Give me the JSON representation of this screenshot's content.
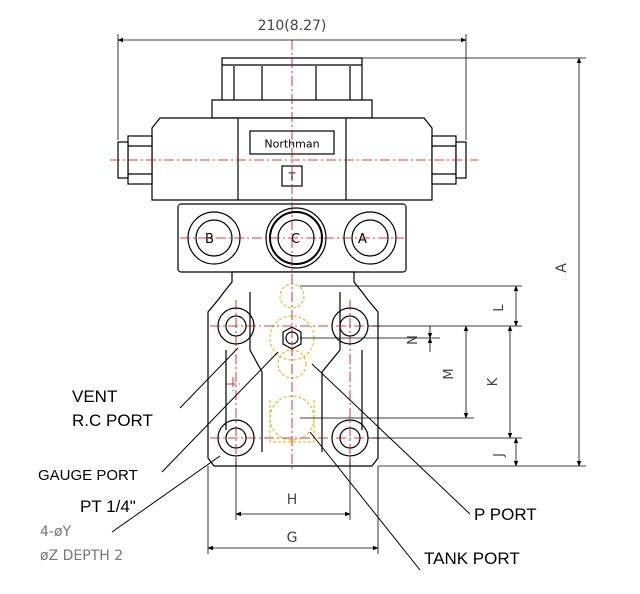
{
  "dims": {
    "top": "210(8.27)",
    "A": "A",
    "L": "L",
    "N": "N",
    "M": "M",
    "K": "K",
    "J": "J",
    "H": "H",
    "G": "G"
  },
  "valve": {
    "brand": "Northman",
    "center_tag": "T",
    "port_b": "B",
    "port_c": "C",
    "port_a": "A"
  },
  "callouts": {
    "vent_line1": "VENT",
    "vent_line2": "R.C PORT",
    "gauge": "GAUGE PORT",
    "pt": "PT 1/4\"",
    "holes": "4-øY",
    "depth": "øZ DEPTH 2",
    "p_port": "P PORT",
    "tank_port": "TANK PORT"
  },
  "colors": {
    "line": "#000000",
    "center": "#d40000",
    "hidden": "#e0b400",
    "dim_text": "#555555"
  }
}
